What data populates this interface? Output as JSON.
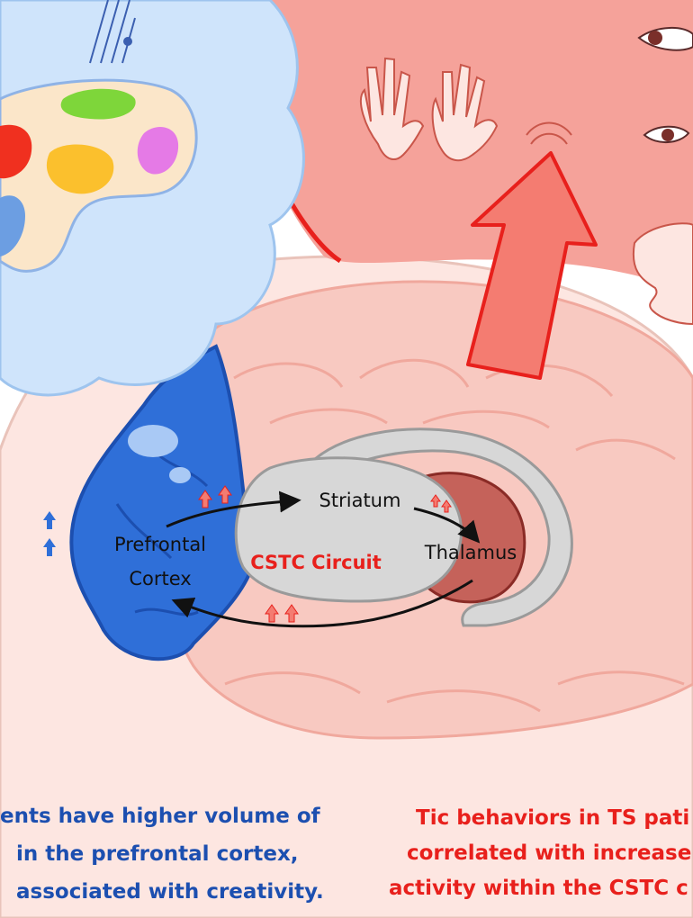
{
  "labels": {
    "striatum": "Striatum",
    "prefrontal_line1": "Prefrontal",
    "prefrontal_line2": "Cortex",
    "thalamus": "Thalamus",
    "circuit": "CSTC Circuit"
  },
  "captions": {
    "left": [
      "ents have higher volume of",
      "in the prefrontal cortex,",
      "associated with creativity."
    ],
    "right": [
      "Tic behaviors in TS pati",
      "correlated with increase",
      "activity within the CSTC c"
    ]
  },
  "colors": {
    "caption_blue": "#1c4fb0",
    "caption_red": "#e8201c",
    "prefrontal_blue": "#2f6fd8",
    "brain_pink": "#f8c9c1",
    "thought_cloud": "#cfe4fb",
    "tic_red": "#f5a29a",
    "circuit_red": "#e8201c"
  }
}
